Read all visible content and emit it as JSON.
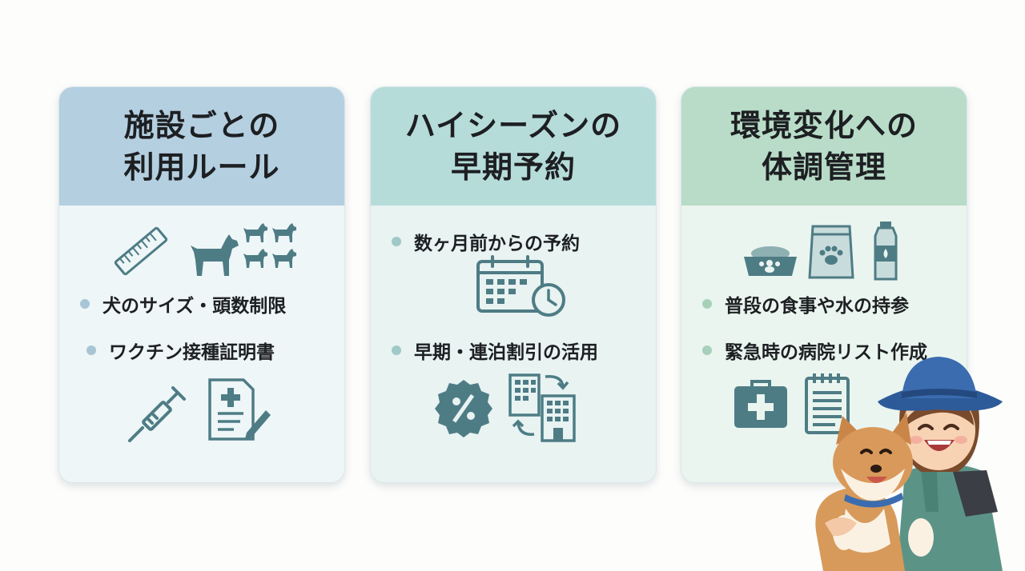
{
  "colors": {
    "icon": "#4e7c85",
    "card1_header": "#b4cfe0",
    "card2_header": "#b6dcda",
    "card3_header": "#b8dcc8"
  },
  "cards": [
    {
      "title_line1": "施設ごとの",
      "title_line2": "利用ルール",
      "bullets": [
        "犬のサイズ・頭数制限",
        "ワクチン接種証明書"
      ],
      "icons": [
        "ruler-icon",
        "dog-icon",
        "dogs-group-icon",
        "syringe-icon",
        "medical-certificate-icon"
      ]
    },
    {
      "title_line1": "ハイシーズンの",
      "title_line2": "早期予約",
      "bullets": [
        "数ヶ月前からの予約",
        "早期・連泊割引の活用"
      ],
      "icons": [
        "calendar-clock-icon",
        "discount-badge-icon",
        "hotel-transfer-icon"
      ]
    },
    {
      "title_line1": "環境変化への",
      "title_line2": "体調管理",
      "bullets": [
        "普段の食事や水の持参",
        "緊急時の病院リスト作成"
      ],
      "icons": [
        "dog-food-bowl-icon",
        "food-bag-icon",
        "water-bottle-icon",
        "first-aid-kit-icon",
        "checklist-icon"
      ]
    }
  ],
  "illustration": [
    "woman-hiker-icon",
    "shiba-dog-icon"
  ]
}
